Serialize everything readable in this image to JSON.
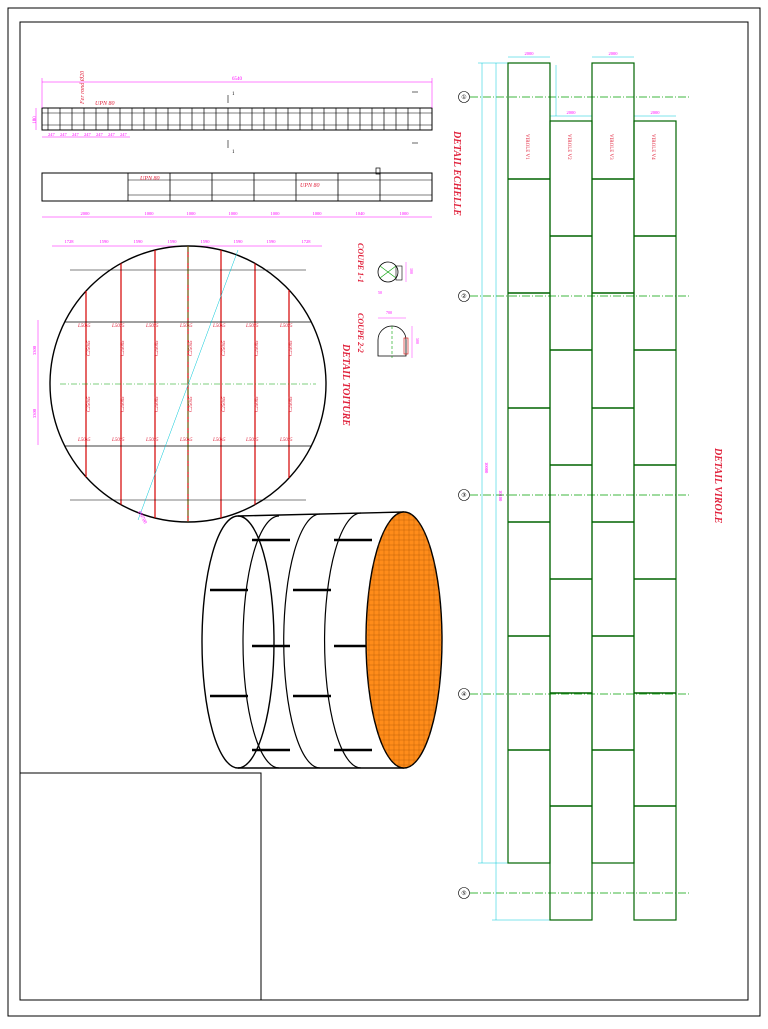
{
  "colors": {
    "frame": "#000000",
    "dimension": "#ff00ff",
    "cyan": "#00c8d8",
    "title": "#e0203a",
    "red": "#d40000",
    "green": "#00a000",
    "sheet_green": "#006400",
    "orange": "#ff8c1a"
  },
  "ladder": {
    "title": "DETAIL ECHELLE",
    "total": "6540",
    "profile_a": "UPN 80",
    "profile_b": "UPN 80",
    "profile_c": "UPN 80",
    "side_note": "Fer rond Ø20",
    "left_mark": "180",
    "section_mark": "1",
    "spacings": [
      "247",
      "247",
      "247",
      "247",
      "247",
      "247",
      "247"
    ],
    "bottom_dims": [
      "2000",
      "1000",
      "1000",
      "1000",
      "1000",
      "1000",
      "1040",
      "1000"
    ]
  },
  "roof": {
    "title": "DETAIL TOITURE",
    "top_dims": [
      "1728",
      "1590",
      "1590",
      "1590",
      "1590",
      "1590",
      "1590",
      "1728"
    ],
    "side_dims": [
      "3300",
      "3300"
    ],
    "angle_profile": "L50x5",
    "channel_profile": "C250x5",
    "diameter_label": "Ø9700",
    "coupe1": "COUPE 1-1",
    "coupe1_dim1": "100",
    "coupe1_dim2": "50",
    "coupe2": "COUPE 2-2",
    "coupe2_dim1": "700",
    "coupe2_dim2": "500"
  },
  "shell": {
    "title": "DETAIL VIROLE",
    "widths": [
      "2000",
      "2000",
      "2000",
      "2000"
    ],
    "shells": [
      "VIROLE V1",
      "VIROLE V2",
      "VIROLE V3",
      "VIROLE V4"
    ],
    "height_dims": [
      "10000",
      "10100"
    ],
    "axis_labels": [
      "①",
      "②",
      "③",
      "④",
      "⑤"
    ]
  }
}
